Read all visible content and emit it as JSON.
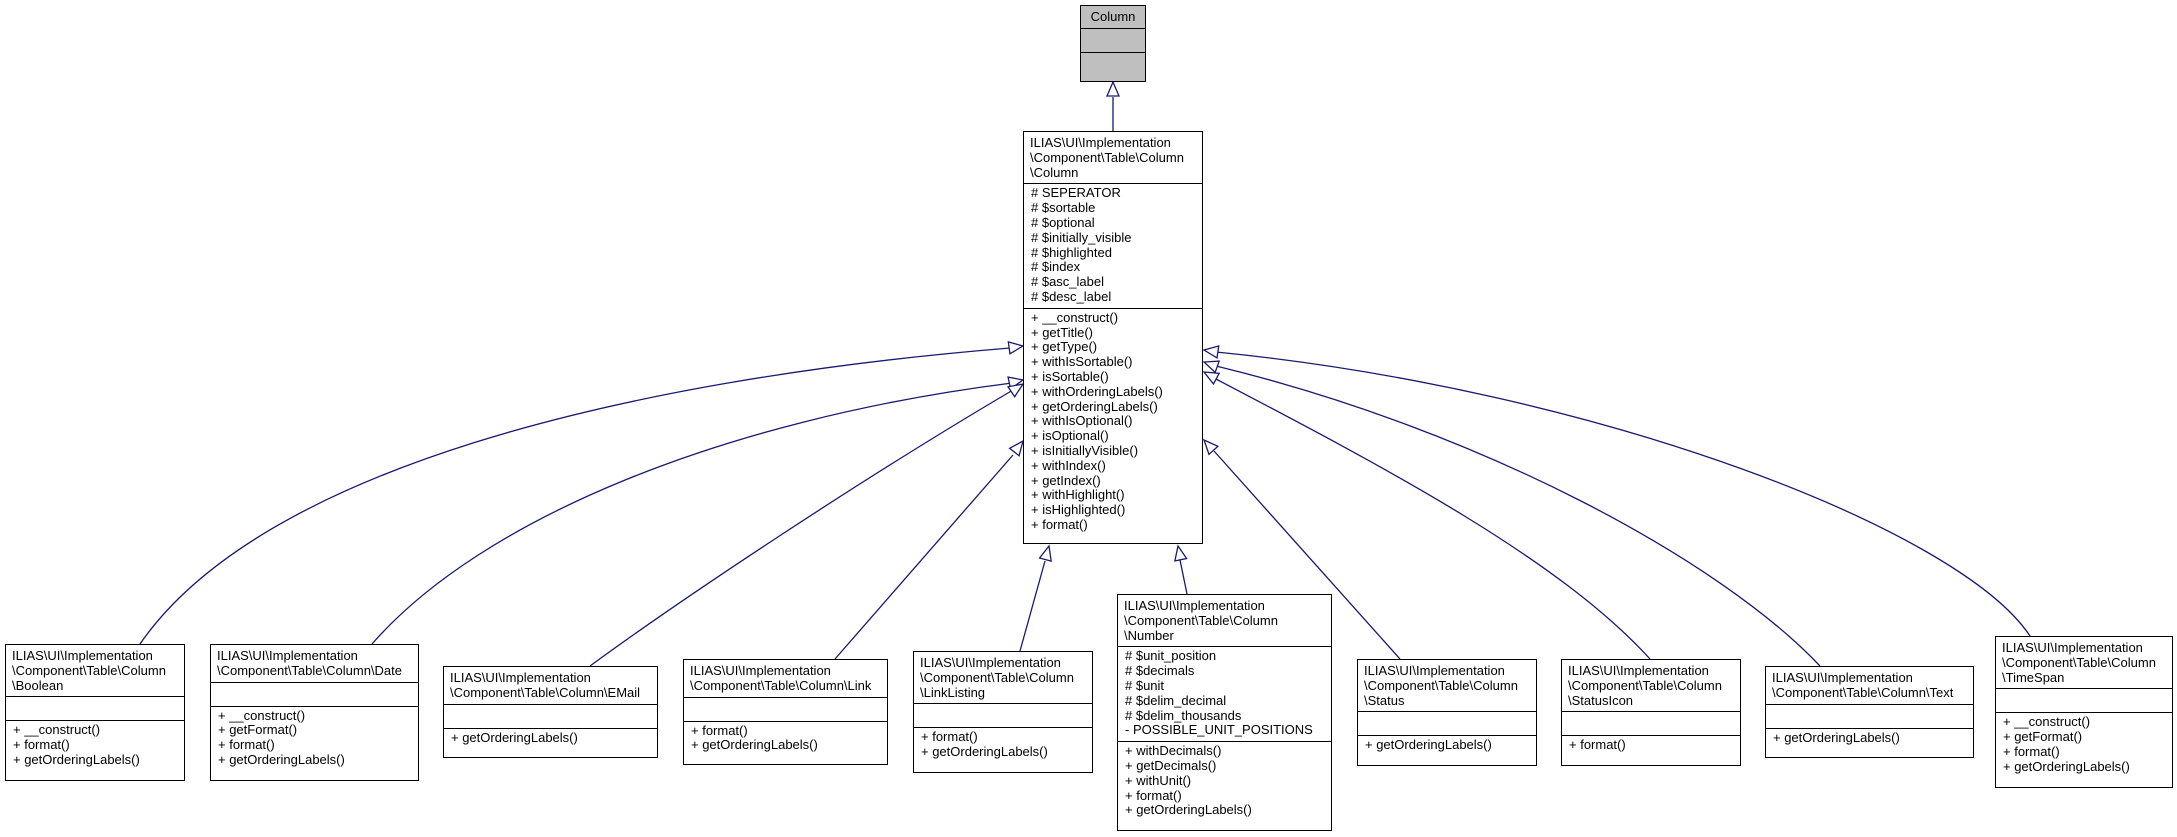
{
  "colors": {
    "edge": "#191970",
    "base_fill": "#bfbfbf",
    "border": "#000000",
    "background": "#ffffff"
  },
  "nodes": {
    "column_base": {
      "title": "Column"
    },
    "column": {
      "title": "ILIAS\\UI\\Implementation\n\\Component\\Table\\Column\n\\Column",
      "attributes": [
        "# SEPERATOR",
        "# $sortable",
        "# $optional",
        "# $initially_visible",
        "# $highlighted",
        "# $index",
        "# $asc_label",
        "# $desc_label"
      ],
      "methods": [
        "+ __construct()",
        "+ getTitle()",
        "+ getType()",
        "+ withIsSortable()",
        "+ isSortable()",
        "+ withOrderingLabels()",
        "+ getOrderingLabels()",
        "+ withIsOptional()",
        "+ isOptional()",
        "+ isInitiallyVisible()",
        "+ withIndex()",
        "+ getIndex()",
        "+ withHighlight()",
        "+ isHighlighted()",
        "+ format()"
      ]
    },
    "boolean": {
      "title": "ILIAS\\UI\\Implementation\n\\Component\\Table\\Column\n\\Boolean",
      "methods": [
        "+ __construct()",
        "+ format()",
        "+ getOrderingLabels()"
      ]
    },
    "date": {
      "title": "ILIAS\\UI\\Implementation\n\\Component\\Table\\Column\\Date",
      "methods": [
        "+ __construct()",
        "+ getFormat()",
        "+ format()",
        "+ getOrderingLabels()"
      ]
    },
    "email": {
      "title": "ILIAS\\UI\\Implementation\n\\Component\\Table\\Column\\EMail",
      "methods": [
        "+ getOrderingLabels()"
      ]
    },
    "link": {
      "title": "ILIAS\\UI\\Implementation\n\\Component\\Table\\Column\\Link",
      "methods": [
        "+ format()",
        "+ getOrderingLabels()"
      ]
    },
    "linklisting": {
      "title": "ILIAS\\UI\\Implementation\n\\Component\\Table\\Column\n\\LinkListing",
      "methods": [
        "+ format()",
        "+ getOrderingLabels()"
      ]
    },
    "number": {
      "title": "ILIAS\\UI\\Implementation\n\\Component\\Table\\Column\n\\Number",
      "attributes": [
        "# $unit_position",
        "# $decimals",
        "# $unit",
        "# $delim_decimal",
        "# $delim_thousands",
        "- POSSIBLE_UNIT_POSITIONS"
      ],
      "methods": [
        "+ withDecimals()",
        "+ getDecimals()",
        "+ withUnit()",
        "+ format()",
        "+ getOrderingLabels()"
      ]
    },
    "status": {
      "title": "ILIAS\\UI\\Implementation\n\\Component\\Table\\Column\n\\Status",
      "methods": [
        "+ getOrderingLabels()"
      ]
    },
    "statusicon": {
      "title": "ILIAS\\UI\\Implementation\n\\Component\\Table\\Column\n\\StatusIcon",
      "methods": [
        "+ format()"
      ]
    },
    "text": {
      "title": "ILIAS\\UI\\Implementation\n\\Component\\Table\\Column\\Text",
      "methods": [
        "+ getOrderingLabels()"
      ]
    },
    "timespan": {
      "title": "ILIAS\\UI\\Implementation\n\\Component\\Table\\Column\n\\TimeSpan",
      "methods": [
        "+ __construct()",
        "+ getFormat()",
        "+ format()",
        "+ getOrderingLabels()"
      ]
    }
  }
}
